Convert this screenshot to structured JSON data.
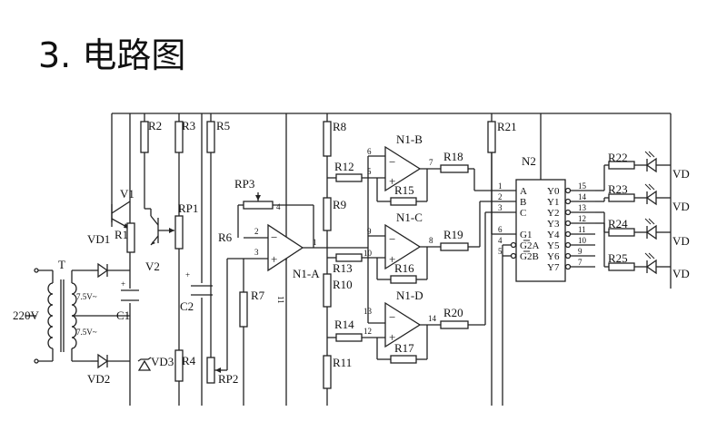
{
  "title": "3. 电路图",
  "labels": {
    "T": "T",
    "mains": "220V",
    "sec1": "7.5V~",
    "sec2": "7.5V~",
    "VD1": "VD1",
    "VD2": "VD2",
    "VD3": "VD3",
    "V1": "V1",
    "V2": "V2",
    "C1": "C1",
    "C2": "C2",
    "R1": "R1",
    "R2": "R2",
    "R3": "R3",
    "R4": "R4",
    "R5": "R5",
    "R6": "R6",
    "R7": "R7",
    "R8": "R8",
    "R9": "R9",
    "R10": "R10",
    "R11": "R11",
    "R12": "R12",
    "R13": "R13",
    "R14": "R14",
    "R15": "R15",
    "R16": "R16",
    "R17": "R17",
    "R18": "R18",
    "R19": "R19",
    "R20": "R20",
    "R21": "R21",
    "R22": "R22",
    "R23": "R23",
    "R24": "R24",
    "R25": "R25",
    "RP1": "RP1",
    "RP2": "RP2",
    "RP3": "RP3",
    "N1A": "N1-A",
    "N1B": "N1-B",
    "N1C": "N1-C",
    "N1D": "N1-D",
    "N2": "N2",
    "VD": "VD",
    "plus": "+",
    "minus": "−"
  },
  "pins": {
    "p1": "1",
    "p2": "2",
    "p3": "3",
    "p4": "4",
    "p5": "5",
    "p6": "6",
    "p7": "7",
    "p8": "8",
    "p9": "9",
    "p10": "10",
    "p11": "11",
    "p12": "12",
    "p13": "13",
    "p14": "14"
  },
  "decoder": {
    "inputs": [
      "A",
      "B",
      "C",
      "G1",
      "G2A",
      "G2B"
    ],
    "input_pins": [
      "1",
      "2",
      "3",
      "6",
      "4",
      "5"
    ],
    "outputs": [
      "Y0",
      "Y1",
      "Y2",
      "Y3",
      "Y4",
      "Y5",
      "Y6",
      "Y7"
    ],
    "output_pins": [
      "15",
      "14",
      "13",
      "12",
      "11",
      "10",
      "9",
      "7"
    ]
  }
}
